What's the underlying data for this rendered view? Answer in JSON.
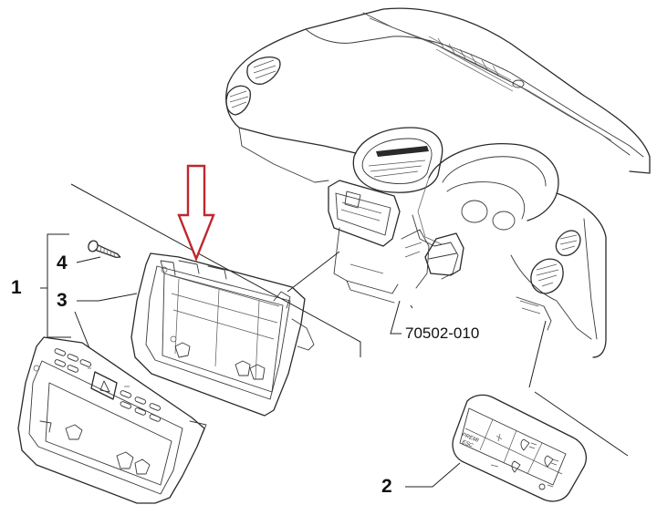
{
  "callouts": {
    "c1": "1",
    "c2": "2",
    "c3": "3",
    "c4": "4"
  },
  "reference_code": "70502-010",
  "colors": {
    "arrow": "#c0272d",
    "line": "#2a2a2a"
  },
  "icons": [
    "hazard-triangle-icon",
    "fog-light-icon",
    "power-icon"
  ]
}
